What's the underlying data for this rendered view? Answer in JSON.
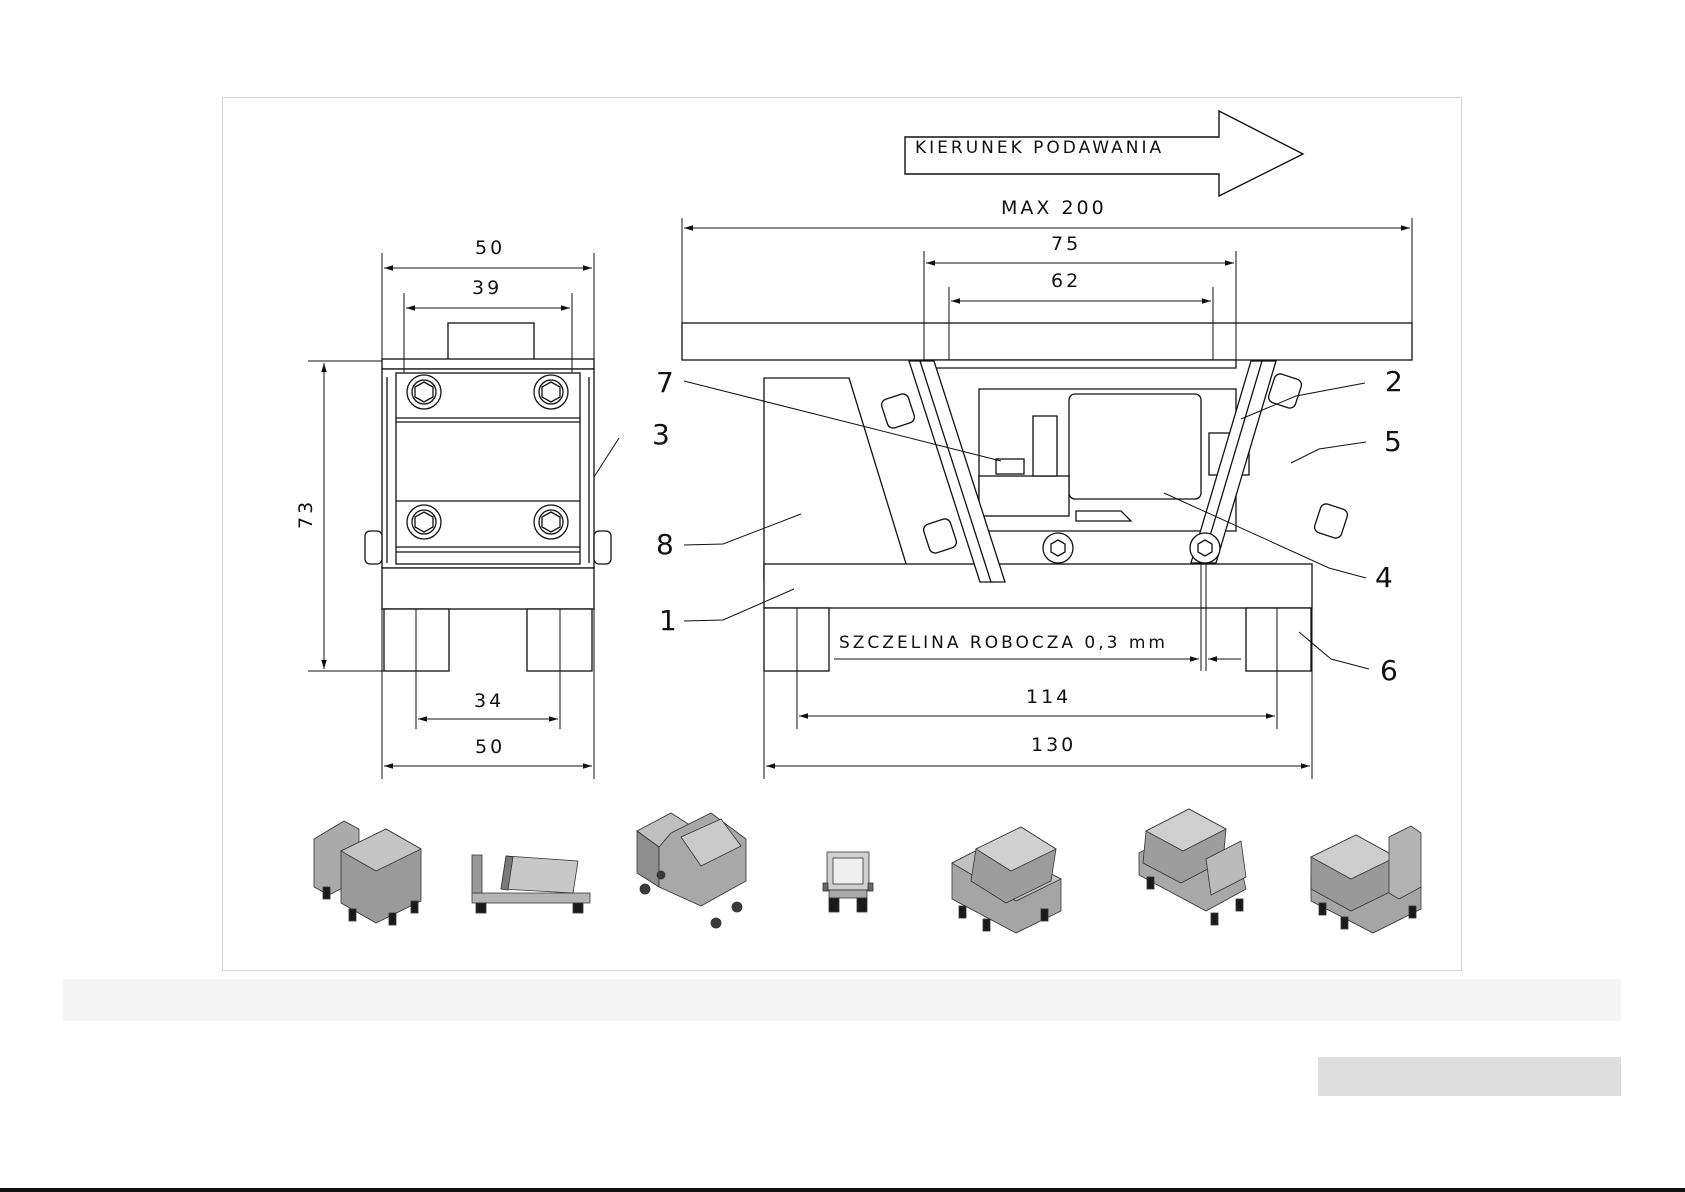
{
  "direction_label": "KIERUNEK PODAWANIA",
  "dims": {
    "max": "MAX 200",
    "d75": "75",
    "d62": "62",
    "front_top": "50",
    "front_inner": "39",
    "front_height": "73",
    "front_feet": "34",
    "front_bottom": "50",
    "gap": "SZCZELINA ROBOCZA 0,3 mm",
    "side_feet": "114",
    "side_bottom": "130"
  },
  "labels": [
    "1",
    "2",
    "3",
    "4",
    "5",
    "6",
    "7",
    "8"
  ],
  "colors": {
    "line": "#111111",
    "part_fill": "#ffffff",
    "thumb_body": "#9a9a9a",
    "thumb_dark": "#6f6f6f",
    "thumb_foot": "#1a1a1a"
  }
}
